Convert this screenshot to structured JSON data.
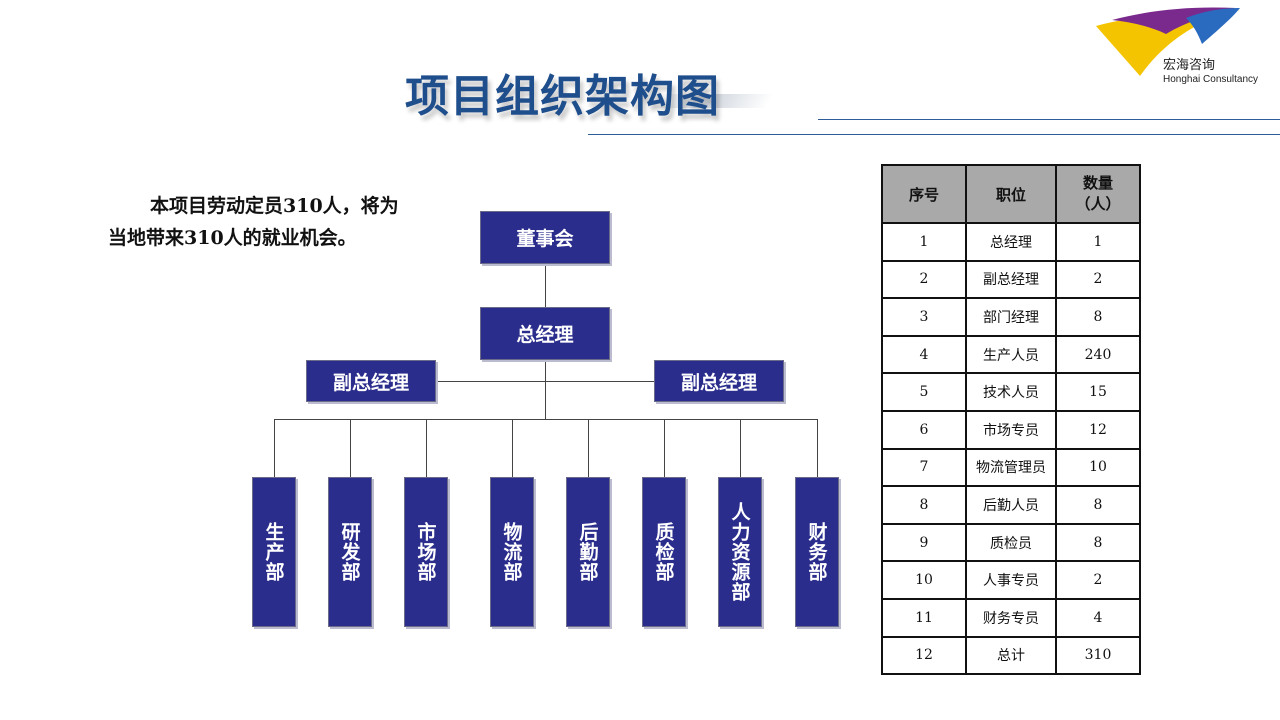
{
  "header": {
    "title": "项目组织架构图",
    "logo": {
      "name_cn": "宏海咨询",
      "name_en": "Honghai Consultancy",
      "colors": [
        "#f5c400",
        "#7a2a8c",
        "#2a6bc0"
      ]
    }
  },
  "intro": {
    "line1": "本项目劳动定员310人，将为",
    "line2": "当地带来310人的就业机会。"
  },
  "org": {
    "board": "董事会",
    "gm": "总经理",
    "deputy_left": "副总经理",
    "deputy_right": "副总经理",
    "departments": [
      "生产部",
      "研发部",
      "市场部",
      "物流部",
      "后勤部",
      "质检部",
      "人力资源部",
      "财务部"
    ],
    "box_color": "#2b2d8c"
  },
  "staff_table": {
    "headers": [
      "序号",
      "职位",
      "数量（人）"
    ],
    "rows": [
      [
        "1",
        "总经理",
        "1"
      ],
      [
        "2",
        "副总经理",
        "2"
      ],
      [
        "3",
        "部门经理",
        "8"
      ],
      [
        "4",
        "生产人员",
        "240"
      ],
      [
        "5",
        "技术人员",
        "15"
      ],
      [
        "6",
        "市场专员",
        "12"
      ],
      [
        "7",
        "物流管理员",
        "10"
      ],
      [
        "8",
        "后勤人员",
        "8"
      ],
      [
        "9",
        "质检员",
        "8"
      ],
      [
        "10",
        "人事专员",
        "2"
      ],
      [
        "11",
        "财务专员",
        "4"
      ],
      [
        "12",
        "总计",
        "310"
      ]
    ]
  }
}
